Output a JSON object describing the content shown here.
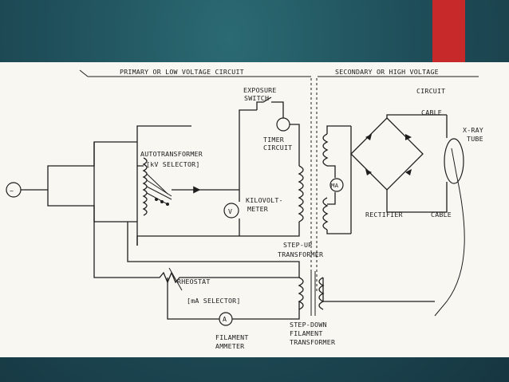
{
  "diagram": {
    "primary_heading": "PRIMARY OR LOW VOLTAGE CIRCUIT",
    "secondary_heading": "SECONDARY OR HIGH VOLTAGE",
    "secondary_heading_line2": "CIRCUIT",
    "exposure_switch": [
      "EXPOSURE",
      "SWITCH"
    ],
    "timer_circuit": [
      "TIMER",
      "CIRCUIT"
    ],
    "autotransformer": [
      "AUTOTRANSFORMER",
      "[kV SELECTOR]"
    ],
    "kilovoltmeter": [
      "KILOVOLT-",
      "METER"
    ],
    "kilovoltmeter_symbol": "V",
    "milliammeter_symbol": "MA",
    "step_up_transformer": [
      "STEP-UP",
      "TRANSFORMER"
    ],
    "rectifier": "RECTIFIER",
    "cable_top": "CABLE",
    "cable_bottom": "CABLE",
    "xray_tube": [
      "X-RAY",
      "TUBE"
    ],
    "rheostat": [
      "RHEOSTAT",
      "[mA SELECTOR]"
    ],
    "filament_ammeter": [
      "FILAMENT",
      "AMMETER"
    ],
    "ammeter_symbol": "A",
    "step_down_transformer": [
      "STEP-DOWN",
      "FILAMENT",
      "TRANSFORMER"
    ],
    "ac_source_symbol": "~"
  }
}
